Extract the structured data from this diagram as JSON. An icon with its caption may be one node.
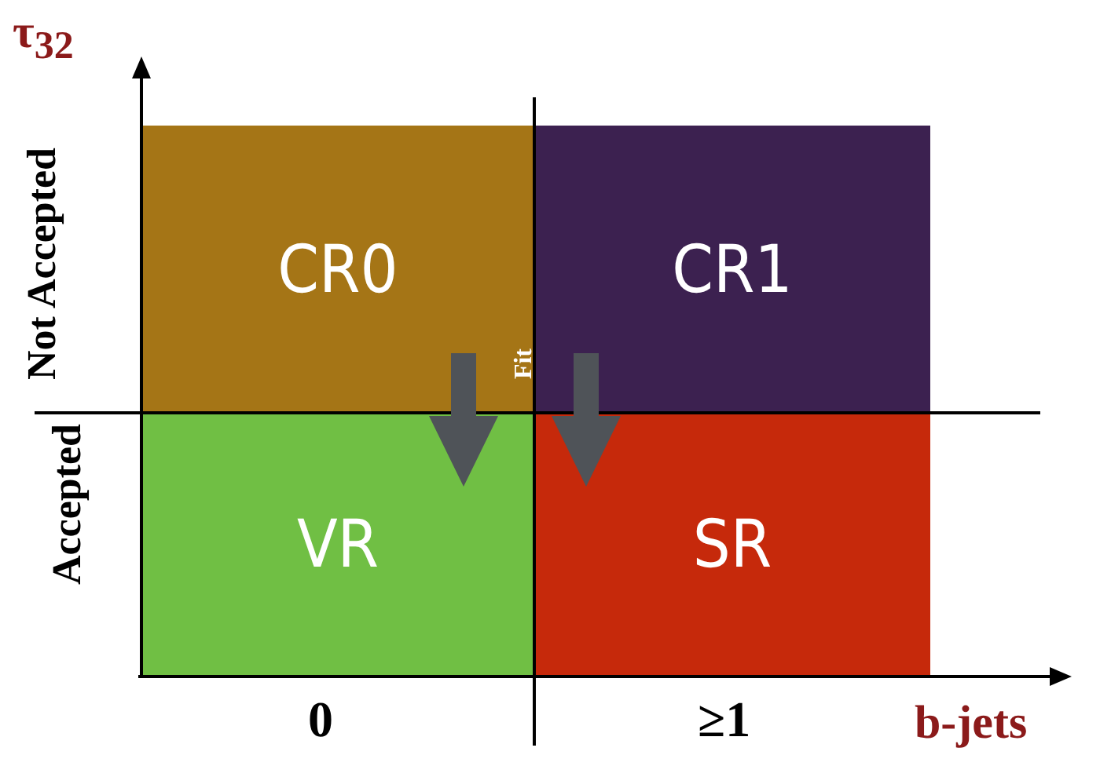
{
  "diagram": {
    "nodes": [
      {
        "text": [
          "CR0"
        ]
      },
      {
        "text": [
          "CR1"
        ]
      },
      {
        "text": [
          "VR"
        ]
      },
      {
        "text": [
          "SR"
        ]
      }
    ],
    "edges": [
      {
        "from": 0,
        "to": 2,
        "arrow": "to",
        "style": "thick"
      },
      {
        "from": 1,
        "to": 3,
        "arrow": "to",
        "style": "thick"
      }
    ],
    "labels": [
      "τ$_{32}$",
      "Not Accepted",
      "Fit",
      "Accepted",
      "0",
      "≥1",
      "b-jets"
    ]
  }
}
